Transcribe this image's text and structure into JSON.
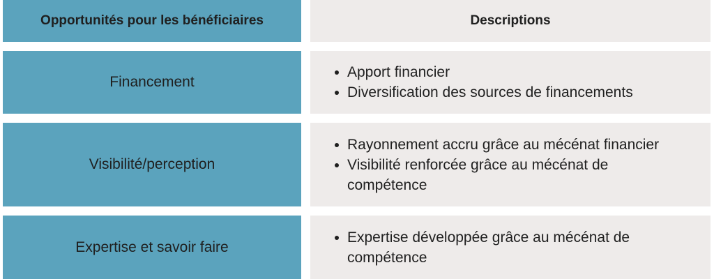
{
  "header": {
    "left": "Opportunités pour les bénéficiaires",
    "right": "Descriptions"
  },
  "rows": [
    {
      "title": "Financement",
      "bullets": [
        "Apport financier",
        "Diversification des sources de financements"
      ]
    },
    {
      "title": "Visibilité/perception",
      "bullets": [
        "Rayonnement accru grâce au mécénat financier",
        "Visibilité renforcée grâce au mécénat de compétence"
      ]
    },
    {
      "title": "Expertise et savoir faire",
      "bullets": [
        "Expertise développée grâce au mécénat de compétence"
      ]
    }
  ],
  "colors": {
    "left_bg": "#5ba3bd",
    "right_bg": "#eeebea"
  }
}
